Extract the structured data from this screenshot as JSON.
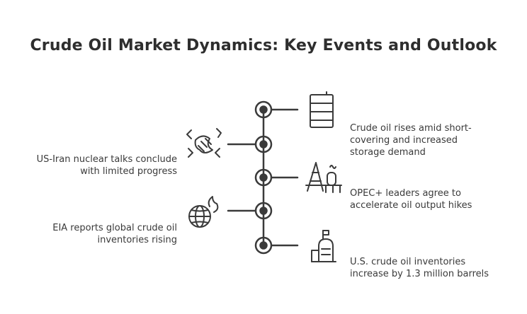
{
  "title": "Crude Oil Market Dynamics: Key Events and Outlook",
  "colors": {
    "stroke": "#3a3a3a",
    "text": "#3a3a3a",
    "background": "#ffffff"
  },
  "events": [
    {
      "side": "right",
      "icon": "oil-barrel-icon",
      "lines": []
    },
    {
      "side": "left",
      "icon": "handshake-icon",
      "lines": [
        "US-Iran nuclear talks conclude",
        "with limited progress"
      ]
    },
    {
      "side": "right",
      "icon": "oil-rig-icon",
      "lines": [
        "Crude oil rises amid short-",
        "covering and increased",
        "storage demand"
      ]
    },
    {
      "side": "left",
      "icon": "globe-fire-icon",
      "lines": [
        "EIA reports global crude oil",
        "inventories rising"
      ]
    },
    {
      "side": "right",
      "icon": "storage-tanks-icon",
      "lines": [
        "OPEC+ leaders agree to",
        "accelerate oil output hikes"
      ]
    },
    {
      "side": "right",
      "icon": "",
      "lines": [
        "U.S. crude oil inventories",
        "increase by 1.3 million barrels"
      ]
    }
  ]
}
